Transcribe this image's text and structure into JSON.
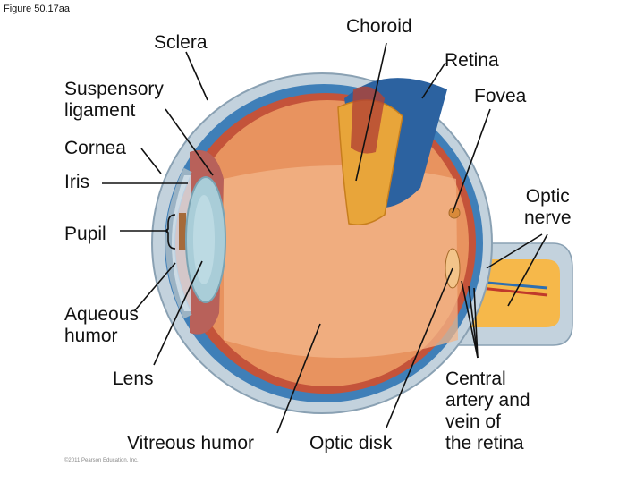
{
  "figure_label": "Figure 50.17aa",
  "copyright": "©2011 Pearson Education, Inc.",
  "labels": {
    "sclera": "Sclera",
    "choroid": "Choroid",
    "retina": "Retina",
    "suspensory_line1": "Suspensory",
    "suspensory_line2": "ligament",
    "fovea": "Fovea",
    "cornea": "Cornea",
    "iris": "Iris",
    "optic_nerve_line1": "Optic",
    "optic_nerve_line2": "nerve",
    "pupil": "Pupil",
    "aqueous_line1": "Aqueous",
    "aqueous_line2": "humor",
    "lens": "Lens",
    "vitreous": "Vitreous humor",
    "optic_disk": "Optic disk",
    "central_line1": "Central",
    "central_line2": "artery and",
    "central_line3": "vein of",
    "central_line4": "the retina"
  },
  "colors": {
    "sclera": "#b9c9d6",
    "choroid": "#3f7fb8",
    "retina": "#e8a53a",
    "interior": "#e8935f",
    "lens": "#a9cdd8",
    "iris_ring": "#a56a3a",
    "optic_nerve": "#f6b84a",
    "central_vessels": "#2e6fb0"
  }
}
